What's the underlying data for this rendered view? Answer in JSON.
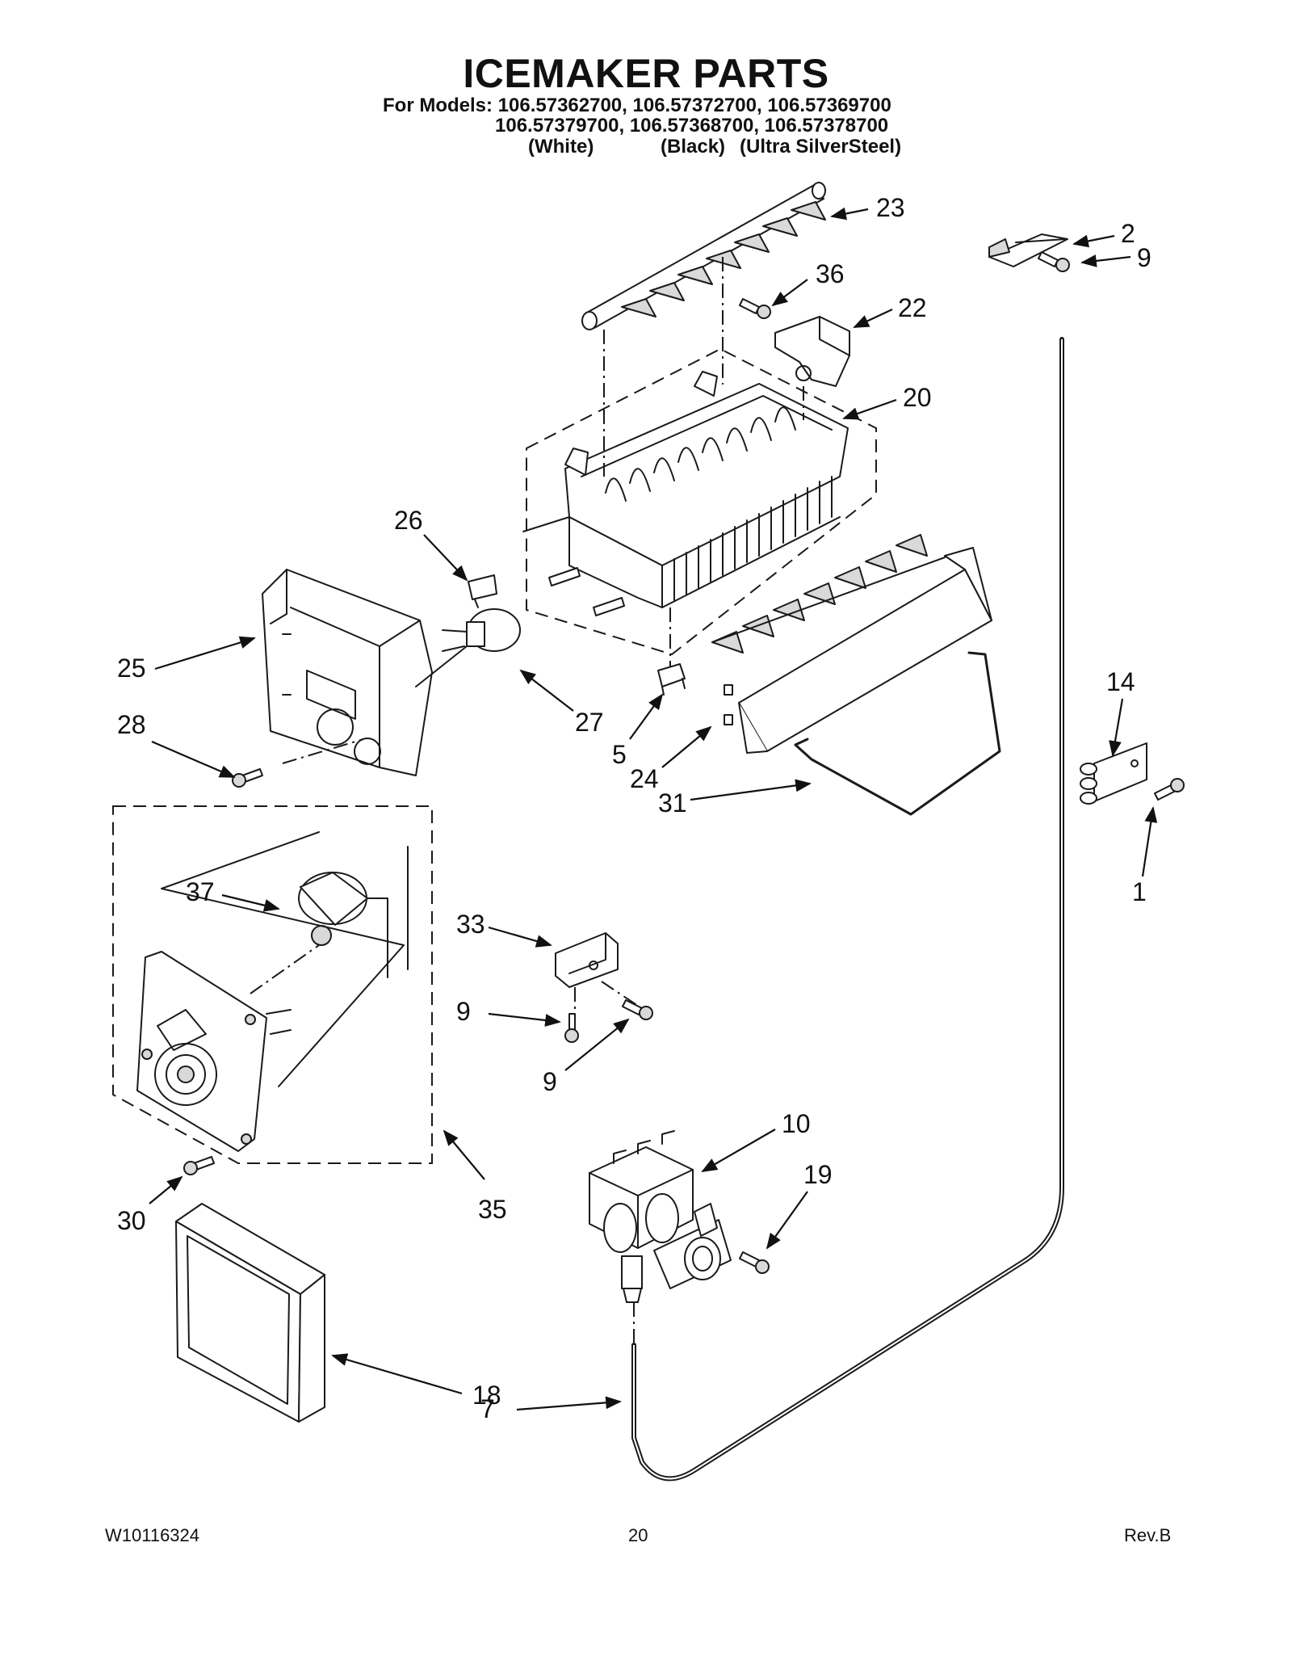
{
  "title": "ICEMAKER PARTS",
  "models": {
    "line1": "For Models: 106.57362700, 106.57372700, 106.57369700",
    "line2": "106.57379700, 106.57368700, 106.57378700",
    "color_white": "(White)",
    "color_black": "(Black)",
    "color_silver": "(Ultra SilverSteel)"
  },
  "callouts": {
    "c23": "23",
    "c2": "2",
    "c9a": "9",
    "c36": "36",
    "c22": "22",
    "c20": "20",
    "c26": "26",
    "c25": "25",
    "c27": "27",
    "c28": "28",
    "c5": "5",
    "c24": "24",
    "c31": "31",
    "c14": "14",
    "c1": "1",
    "c37": "37",
    "c33": "33",
    "c9b": "9",
    "c9c": "9",
    "c10": "10",
    "c19": "19",
    "c30": "30",
    "c35": "35",
    "c18": "18",
    "c7": "7"
  },
  "footer": {
    "doc_number": "W10116324",
    "page_number": "20",
    "revision": "Rev.B"
  }
}
